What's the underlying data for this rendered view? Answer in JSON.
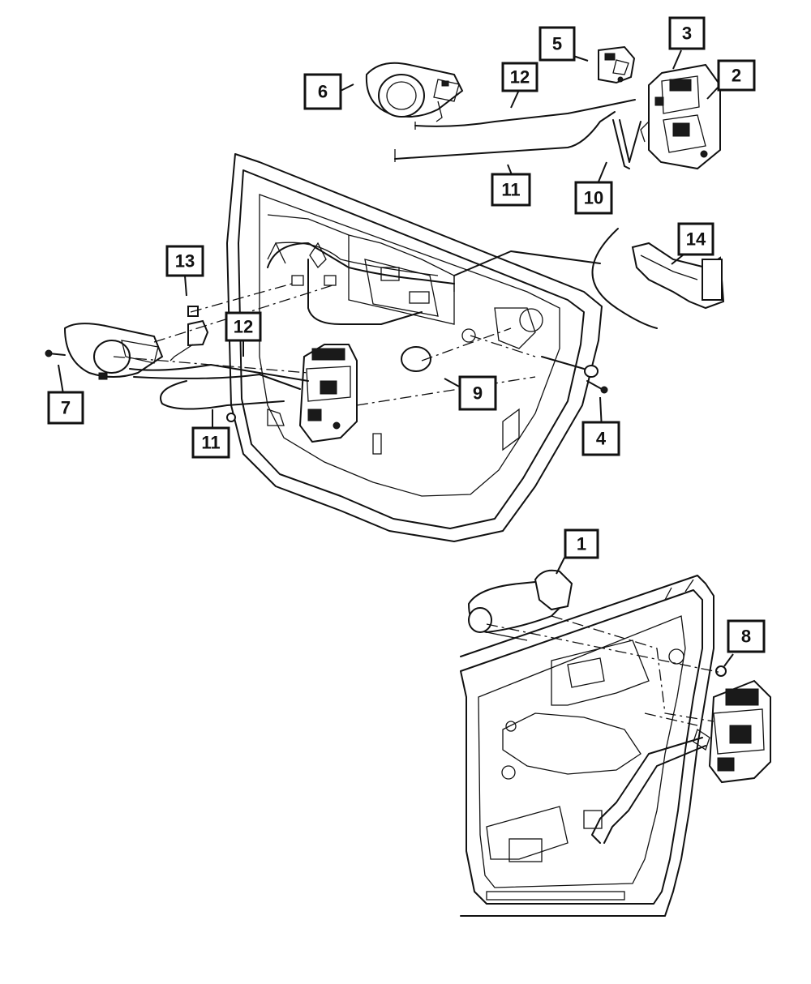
{
  "callouts": [
    {
      "id": "c1",
      "label": "1"
    },
    {
      "id": "c2",
      "label": "2"
    },
    {
      "id": "c3",
      "label": "3"
    },
    {
      "id": "c4",
      "label": "4"
    },
    {
      "id": "c5",
      "label": "5"
    },
    {
      "id": "c6",
      "label": "6"
    },
    {
      "id": "c7",
      "label": "7"
    },
    {
      "id": "c8",
      "label": "8"
    },
    {
      "id": "c9",
      "label": "9"
    },
    {
      "id": "c10",
      "label": "10"
    },
    {
      "id": "c11a",
      "label": "11"
    },
    {
      "id": "c11b",
      "label": "11"
    },
    {
      "id": "c12a",
      "label": "12"
    },
    {
      "id": "c12b",
      "label": "12"
    },
    {
      "id": "c13",
      "label": "13"
    },
    {
      "id": "c14",
      "label": "14"
    }
  ]
}
